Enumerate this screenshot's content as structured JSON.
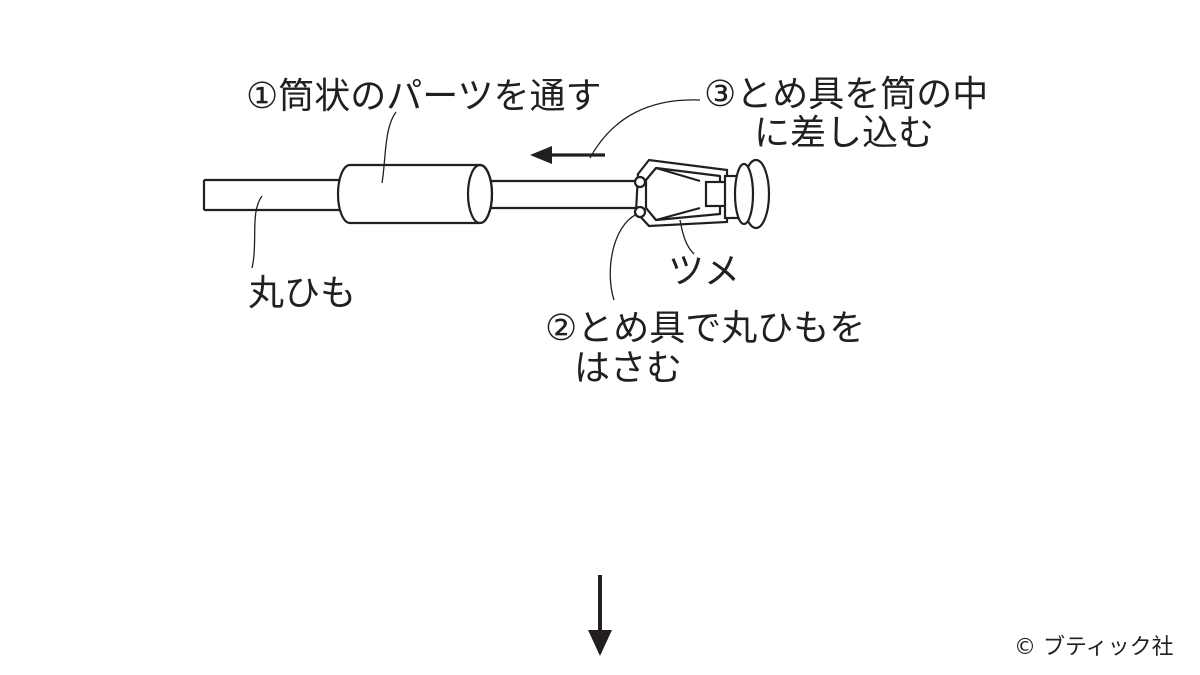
{
  "labels": {
    "step1": "①筒状のパーツを通す",
    "step3_line1": "③とめ具を筒の中",
    "step3_line2": "に差し込む",
    "tsume": "ツメ",
    "cord": "丸ひも",
    "step2_line1": "②とめ具で丸ひもを",
    "step2_line2": "はさむ"
  },
  "copyright": "© ブティック社",
  "icons": {
    "direction_arrow": "left-arrow-icon",
    "next_step": "down-arrow-icon"
  },
  "colors": {
    "ink": "#231f20",
    "background": "#ffffff"
  }
}
